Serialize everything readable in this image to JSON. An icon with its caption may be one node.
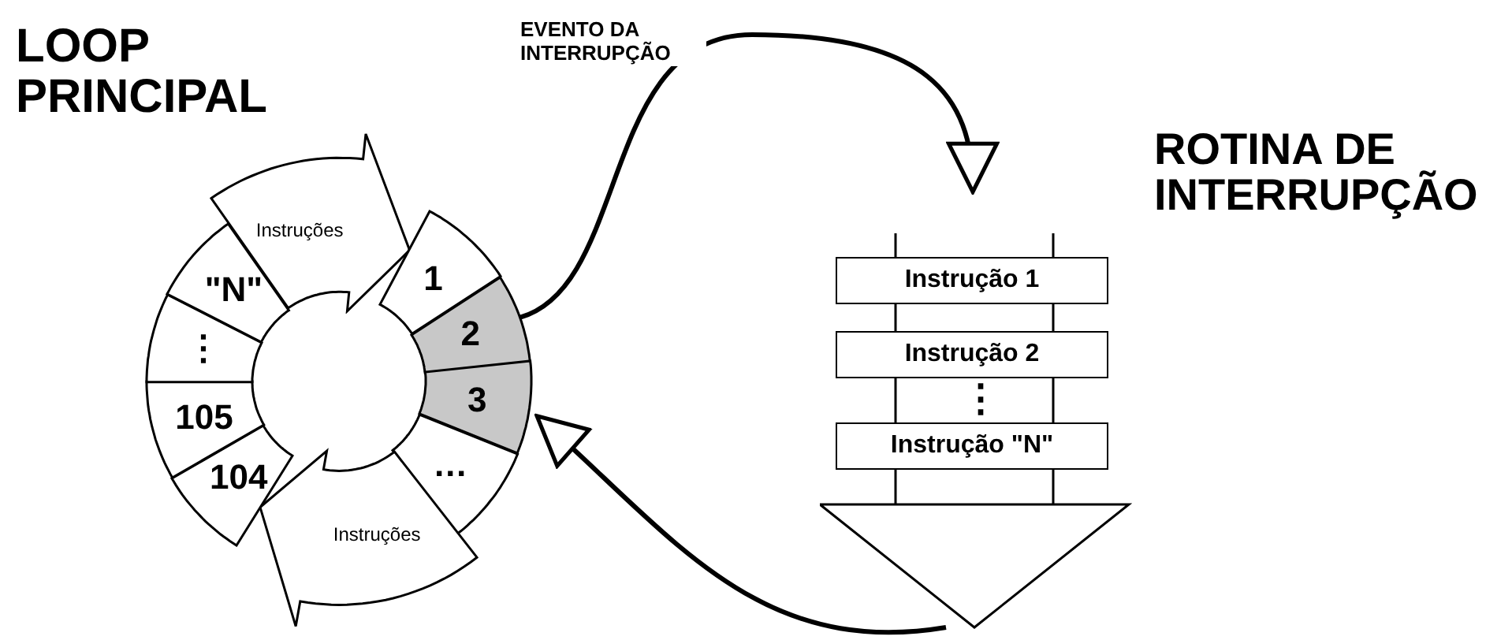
{
  "diagram": {
    "nodes": [
      {
        "text": [
          "LOOP PRINCIPAL"
        ]
      },
      {
        "text": [
          "Instruções"
        ],
        "in": 0
      },
      {
        "text": [
          "1"
        ],
        "in": 0
      },
      {
        "text": [
          "2"
        ],
        "in": 0
      },
      {
        "text": [
          "3"
        ],
        "in": 0
      },
      {
        "text": [
          "…"
        ],
        "in": 0
      },
      {
        "text": [
          "Instruções"
        ],
        "in": 0
      },
      {
        "text": [
          "104"
        ],
        "in": 0
      },
      {
        "text": [
          "105"
        ],
        "in": 0
      },
      {
        "text": [
          "⋮"
        ],
        "in": 0
      },
      {
        "text": [
          "\"N\""
        ],
        "in": 0
      },
      {
        "text": [
          "ROTINA DE INTERRUPÇÃO"
        ]
      },
      {
        "text": [
          "Instrução 1"
        ],
        "in": 11
      },
      {
        "text": [
          "Instrução 2"
        ],
        "in": 11
      },
      {
        "text": [
          "Instrução \"N\""
        ],
        "in": 11
      }
    ],
    "edges": [
      {
        "from": 3,
        "to": 11,
        "arrow": "to",
        "label": "EVENTO DA INTERRUPÇÃO"
      },
      {
        "from": 11,
        "to": 4,
        "arrow": "to"
      }
    ],
    "labels": [
      "⋮"
    ]
  }
}
